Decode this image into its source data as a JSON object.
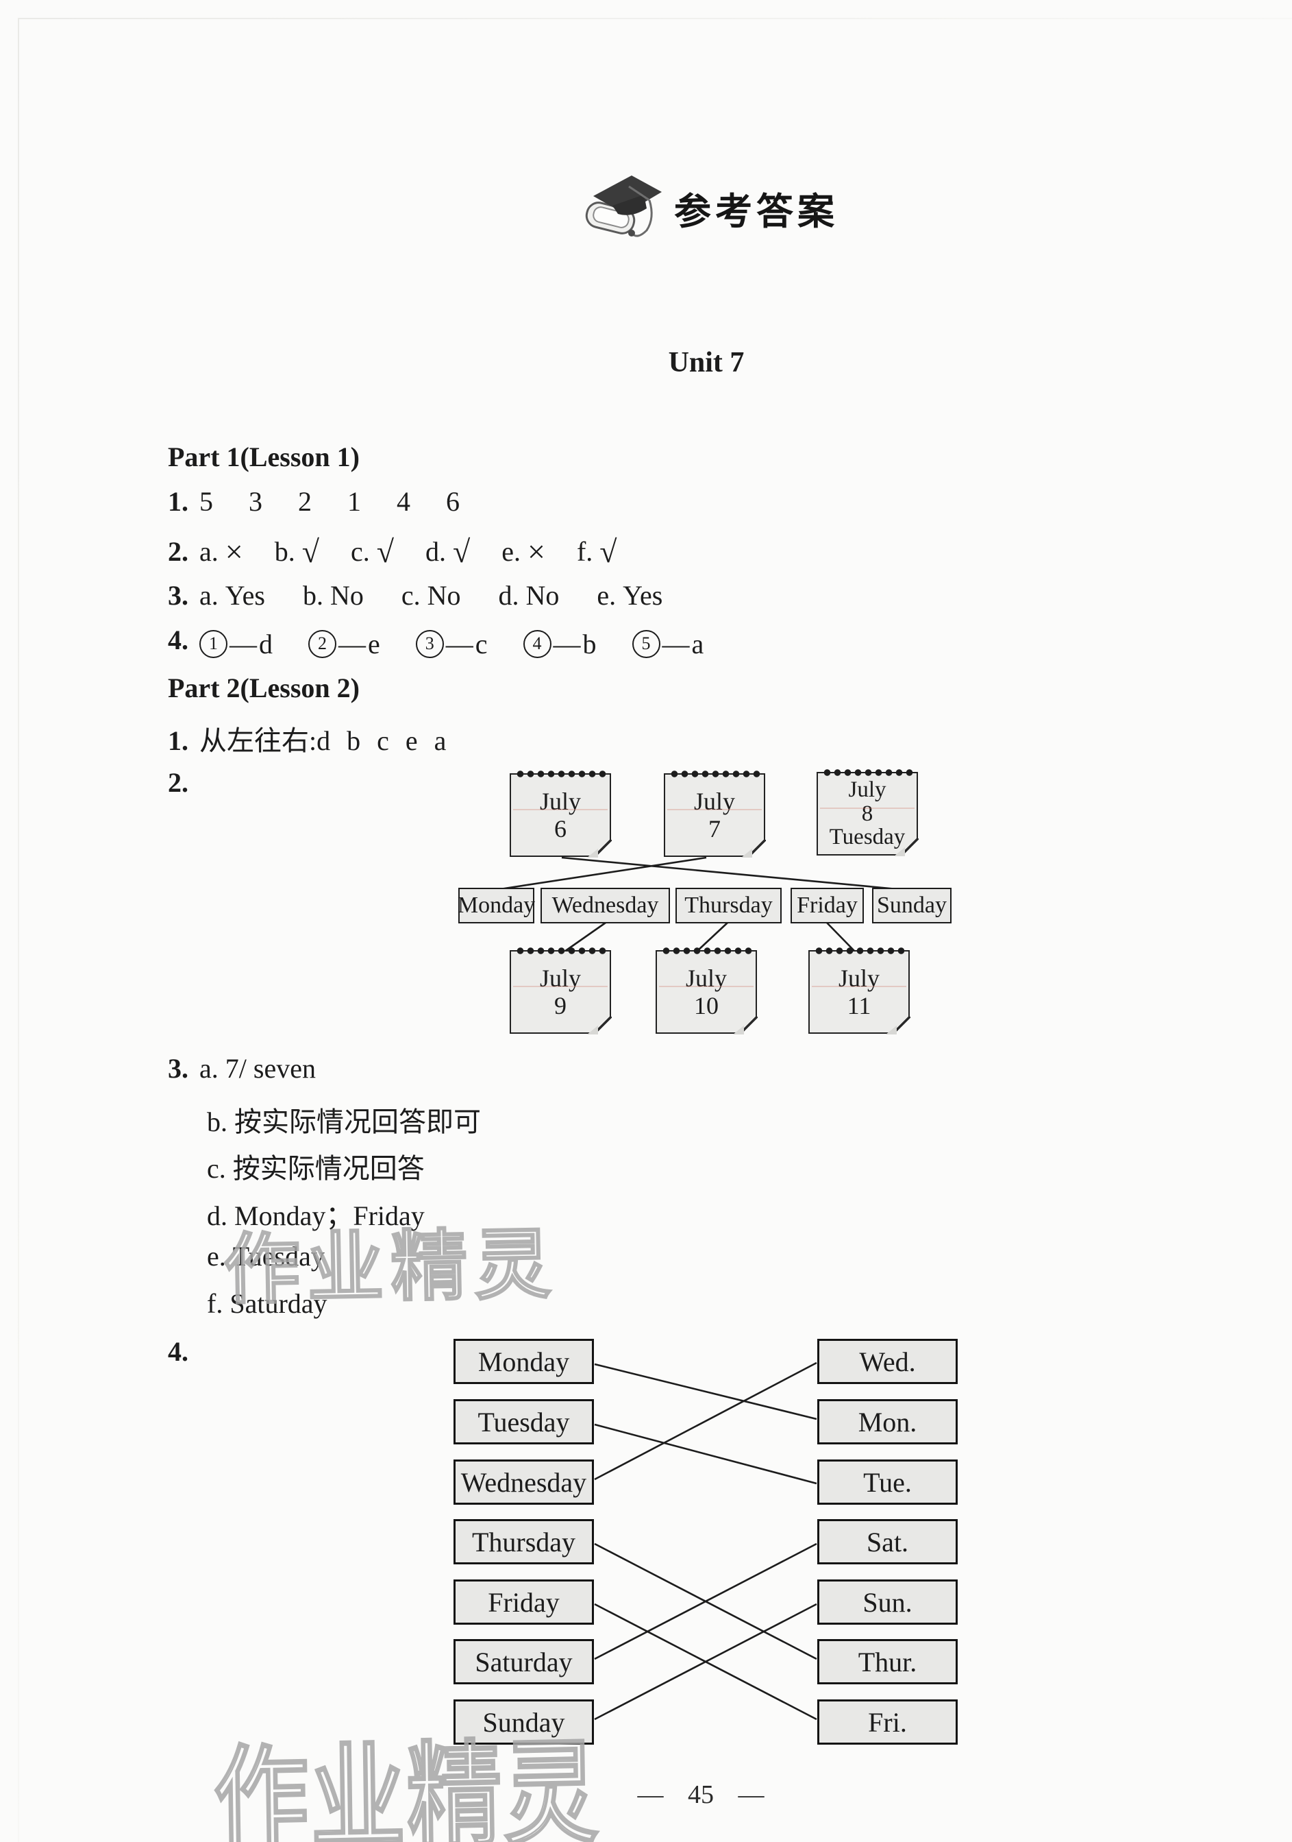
{
  "header": {
    "title": "参考答案",
    "unit": "Unit 7"
  },
  "part1": {
    "heading": "Part 1(Lesson 1)",
    "q1": {
      "num": "1.",
      "answer": "5 3 2 1 4 6"
    },
    "q2": {
      "num": "2.",
      "items": [
        {
          "label": "a.",
          "mark": "×"
        },
        {
          "label": "b.",
          "mark": "√"
        },
        {
          "label": "c.",
          "mark": "√"
        },
        {
          "label": "d.",
          "mark": "√"
        },
        {
          "label": "e.",
          "mark": "×"
        },
        {
          "label": "f.",
          "mark": "√"
        }
      ]
    },
    "q3": {
      "num": "3.",
      "items": [
        {
          "label": "a.",
          "answer": "Yes"
        },
        {
          "label": "b.",
          "answer": "No"
        },
        {
          "label": "c.",
          "answer": "No"
        },
        {
          "label": "d.",
          "answer": "No"
        },
        {
          "label": "e.",
          "answer": "Yes"
        }
      ]
    },
    "q4": {
      "num": "4.",
      "dash": "—",
      "items": [
        {
          "circle": "1",
          "letter": "d"
        },
        {
          "circle": "2",
          "letter": "e"
        },
        {
          "circle": "3",
          "letter": "c"
        },
        {
          "circle": "4",
          "letter": "b"
        },
        {
          "circle": "5",
          "letter": "a"
        }
      ]
    }
  },
  "part2": {
    "heading": "Part 2(Lesson 2)",
    "q1": {
      "num": "1.",
      "answer": "从左往右:d b c e a"
    },
    "q2": {
      "num": "2.",
      "top_notes": [
        {
          "month": "July",
          "day": "6",
          "weekday": ""
        },
        {
          "month": "July",
          "day": "7",
          "weekday": ""
        },
        {
          "month": "July",
          "day": "8",
          "weekday": "Tuesday"
        }
      ],
      "day_boxes": [
        "Monday",
        "Wednesday",
        "Thursday",
        "Friday",
        "Sunday"
      ],
      "bottom_notes": [
        {
          "month": "July",
          "day": "9"
        },
        {
          "month": "July",
          "day": "10"
        },
        {
          "month": "July",
          "day": "11"
        }
      ],
      "connections": [
        "July 6–Sunday",
        "July 7–Monday",
        "Wednesday–July 9",
        "Thursday–July 10",
        "Friday–July 11"
      ]
    },
    "q3": {
      "num": "3.",
      "items": [
        {
          "label": "a.",
          "answer": "7/ seven"
        },
        {
          "label": "b.",
          "answer": "按实际情况回答即可"
        },
        {
          "label": "c.",
          "answer": "按实际情况回答"
        },
        {
          "label": "d.",
          "answer": "Monday；Friday"
        },
        {
          "label": "e.",
          "answer": "Tuesday"
        },
        {
          "label": "f.",
          "answer": "Saturday"
        }
      ]
    },
    "q4": {
      "num": "4.",
      "left": [
        "Monday",
        "Tuesday",
        "Wednesday",
        "Thursday",
        "Friday",
        "Saturday",
        "Sunday"
      ],
      "right": [
        "Wed.",
        "Mon.",
        "Tue.",
        "Sat.",
        "Sun.",
        "Thur.",
        "Fri."
      ],
      "matches": [
        "Monday–Mon.",
        "Tuesday–Tue.",
        "Wednesday–Wed.",
        "Thursday–Thur.",
        "Friday–Fri.",
        "Saturday–Sat.",
        "Sunday–Sun."
      ]
    }
  },
  "footer": {
    "page_number": "— 45 —"
  },
  "watermark": {
    "text": "作业精灵"
  }
}
